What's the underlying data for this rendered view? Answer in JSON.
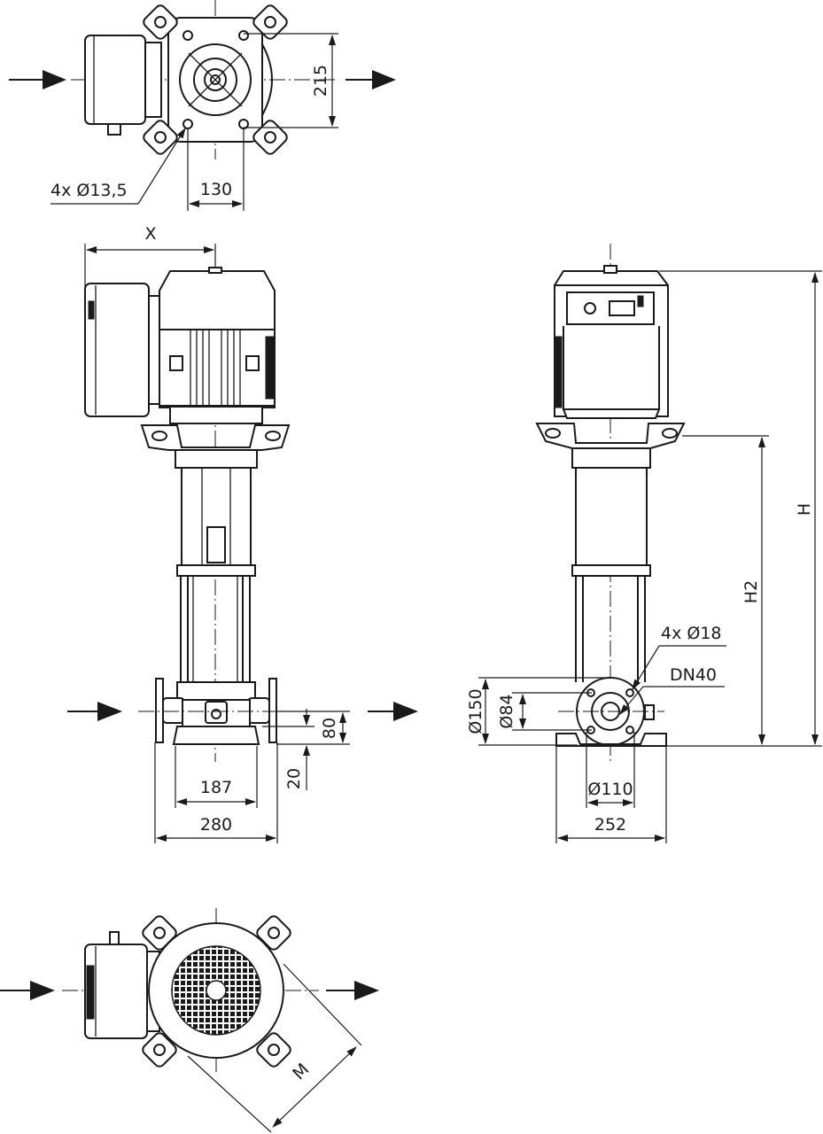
{
  "dimensions": {
    "d_215": "215",
    "d_130": "130",
    "holes_top": "4x Ø13,5",
    "d_X": "X",
    "d_187": "187",
    "d_280": "280",
    "d_80": "80",
    "d_20": "20",
    "d_H": "H",
    "d_H2": "H2",
    "holes_flange": "4x Ø18",
    "dn": "DN40",
    "d_150": "Ø150",
    "d_84": "Ø84",
    "d_110": "Ø110",
    "d_252": "252",
    "d_M": "M"
  }
}
